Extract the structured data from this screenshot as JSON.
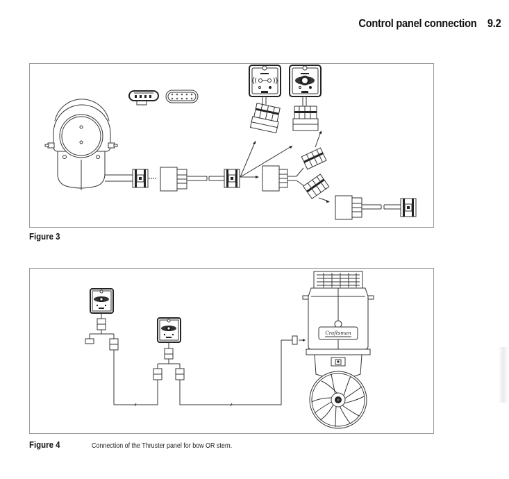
{
  "header": {
    "title": "Control panel connection",
    "section": "9.2"
  },
  "figures": [
    {
      "label": "Figure 3",
      "description": "",
      "components": [
        "thruster-motor",
        "connector-4pin",
        "connector-8pin",
        "cable-connector",
        "extension-cable",
        "control-panel-single",
        "control-panel-joystick",
        "y-splitter",
        "extension-cable-end"
      ]
    },
    {
      "label": "Figure 4",
      "description": "Connection of the Thruster panel for bow OR stern.",
      "components": [
        "control-panel-1",
        "control-panel-2",
        "y-splitter-1",
        "y-splitter-2",
        "bus-cable",
        "thruster-unit"
      ],
      "thruster_brand_label": "Craftsman"
    }
  ]
}
